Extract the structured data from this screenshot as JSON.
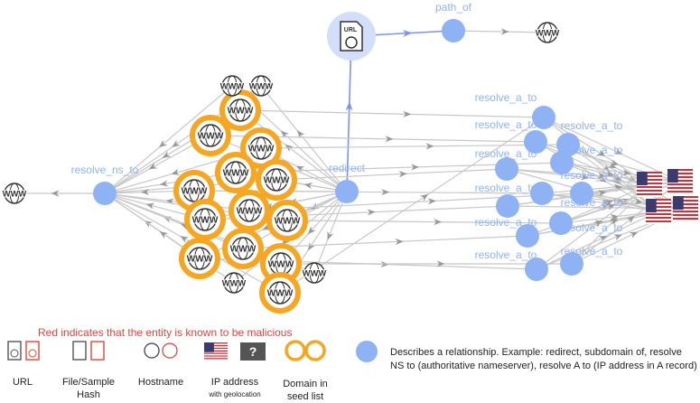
{
  "colors": {
    "relationship_node": "#8fb2f5",
    "seed_ring": "#f5a623",
    "malicious": "#e0463f",
    "edge": "#c8c8c8",
    "edge_highlight": "#7a93ee",
    "icon": "#333333"
  },
  "glyphs": {
    "hostname": "WWW",
    "url": "URL",
    "file": "FILE",
    "unknown_ip": "?"
  },
  "graph": {
    "nodes": [
      {
        "id": "url",
        "type": "url",
        "highlighted": true
      },
      {
        "id": "path_of",
        "type": "relationship",
        "label": "path_of"
      },
      {
        "id": "host_path",
        "type": "hostname"
      },
      {
        "id": "redirect",
        "type": "relationship",
        "label": "redirect"
      },
      {
        "id": "resolve_ns_to",
        "type": "relationship",
        "label": "resolve_ns_to"
      },
      {
        "id": "ns_host",
        "type": "hostname"
      },
      {
        "id": "s1",
        "type": "seed_domain"
      },
      {
        "id": "s2",
        "type": "seed_domain"
      },
      {
        "id": "s3",
        "type": "seed_domain"
      },
      {
        "id": "s4",
        "type": "seed_domain"
      },
      {
        "id": "s5",
        "type": "seed_domain"
      },
      {
        "id": "s6",
        "type": "seed_domain"
      },
      {
        "id": "s7",
        "type": "seed_domain"
      },
      {
        "id": "s8",
        "type": "seed_domain"
      },
      {
        "id": "s9",
        "type": "seed_domain"
      },
      {
        "id": "s10",
        "type": "seed_domain"
      },
      {
        "id": "s11",
        "type": "seed_domain"
      },
      {
        "id": "s12",
        "type": "seed_domain"
      },
      {
        "id": "s13",
        "type": "seed_domain"
      },
      {
        "id": "h1",
        "type": "hostname"
      },
      {
        "id": "h2",
        "type": "hostname"
      },
      {
        "id": "h3",
        "type": "hostname"
      },
      {
        "id": "h4",
        "type": "hostname"
      },
      {
        "id": "r1",
        "type": "relationship",
        "label": "resolve_a_to"
      },
      {
        "id": "r2",
        "type": "relationship",
        "label": "resolve_a_to"
      },
      {
        "id": "r3",
        "type": "relationship",
        "label": "resolve_a_to"
      },
      {
        "id": "r4",
        "type": "relationship",
        "label": "resolve_a_to"
      },
      {
        "id": "r5",
        "type": "relationship",
        "label": "resolve_a_to"
      },
      {
        "id": "r6",
        "type": "relationship",
        "label": "resolve_a_to"
      },
      {
        "id": "r7",
        "type": "relationship",
        "label": "resolve_a_to"
      },
      {
        "id": "r8",
        "type": "relationship",
        "label": "resolve_a_to"
      },
      {
        "id": "r9",
        "type": "relationship",
        "label": "resolve_a_to"
      },
      {
        "id": "r10",
        "type": "relationship",
        "label": "resolve_a_to"
      },
      {
        "id": "r11",
        "type": "relationship",
        "label": "resolve_a_to"
      },
      {
        "id": "r12",
        "type": "relationship",
        "label": "resolve_a_to"
      },
      {
        "id": "ip1",
        "type": "ip",
        "country": "US"
      },
      {
        "id": "ip2",
        "type": "ip",
        "country": "US"
      },
      {
        "id": "ip3",
        "type": "ip",
        "country": "US"
      },
      {
        "id": "ip4",
        "type": "ip",
        "country": "US"
      }
    ],
    "edges": [
      [
        "redirect",
        "url",
        true
      ],
      [
        "url",
        "path_of",
        true
      ],
      [
        "path_of",
        "host_path",
        false
      ],
      [
        "resolve_ns_to",
        "ns_host",
        false
      ]
    ]
  },
  "legend": {
    "title": "Red indicates that the entity is known to be malicious",
    "url": "URL",
    "file_line1": "File/Sample",
    "file_line2": "Hash",
    "hostname": "Hostname",
    "ip": "IP address",
    "ip_sub": "with geolocation",
    "seed_line1": "Domain in",
    "seed_line2": "seed list",
    "relationship": "Describes a relationship. Example: redirect, subdomain of, resolve  NS to (authoritative nameserver), resolve A to (IP address in A record)"
  }
}
